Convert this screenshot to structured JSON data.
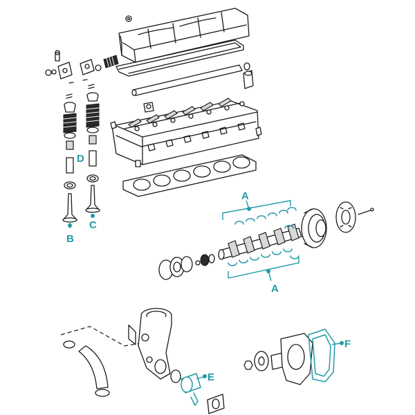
{
  "labels": {
    "a_top": "A",
    "a_bottom": "A",
    "b": "B",
    "c": "C",
    "d": "D",
    "e": "E",
    "f": "F"
  },
  "colors": {
    "accent": "#1f9aa6",
    "line": "#1a1a1a",
    "background": "#ffffff"
  }
}
